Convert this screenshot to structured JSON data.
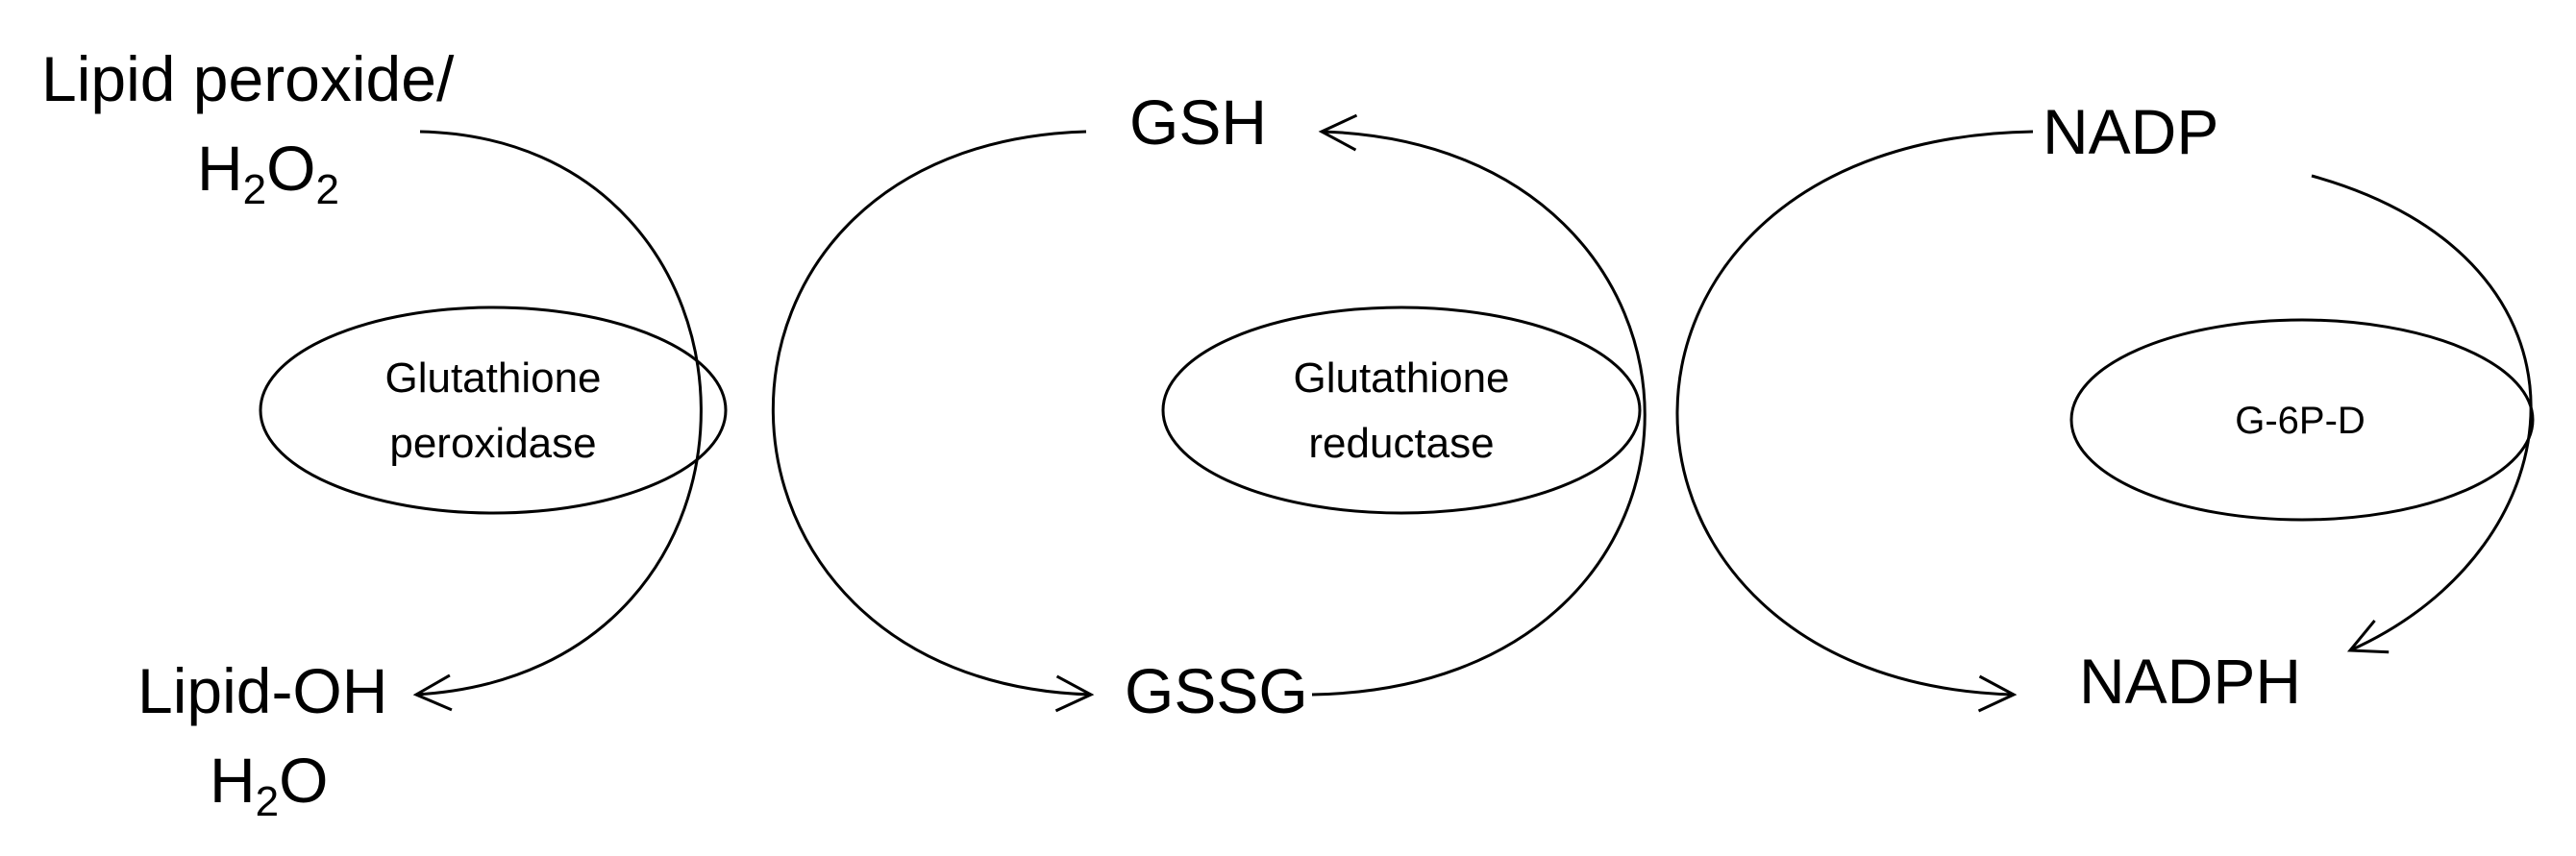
{
  "diagram": {
    "substrates": {
      "lipid_peroxide": "Lipid peroxide/",
      "h2o2_h": "H",
      "h2o2_sub1": "2",
      "h2o2_o": "O",
      "h2o2_sub2": "2",
      "lipid_oh": "Lipid-OH",
      "h2o_h": "H",
      "h2o_sub": "2",
      "h2o_o": "O",
      "gsh": "GSH",
      "gssg": "GSSG",
      "nadp": "NADP",
      "nadph": "NADPH"
    },
    "enzymes": {
      "gpx_line1": "Glutathione",
      "gpx_line2": "peroxidase",
      "gr_line1": "Glutathione",
      "gr_line2": "reductase",
      "g6pd": "G-6P-D"
    }
  }
}
